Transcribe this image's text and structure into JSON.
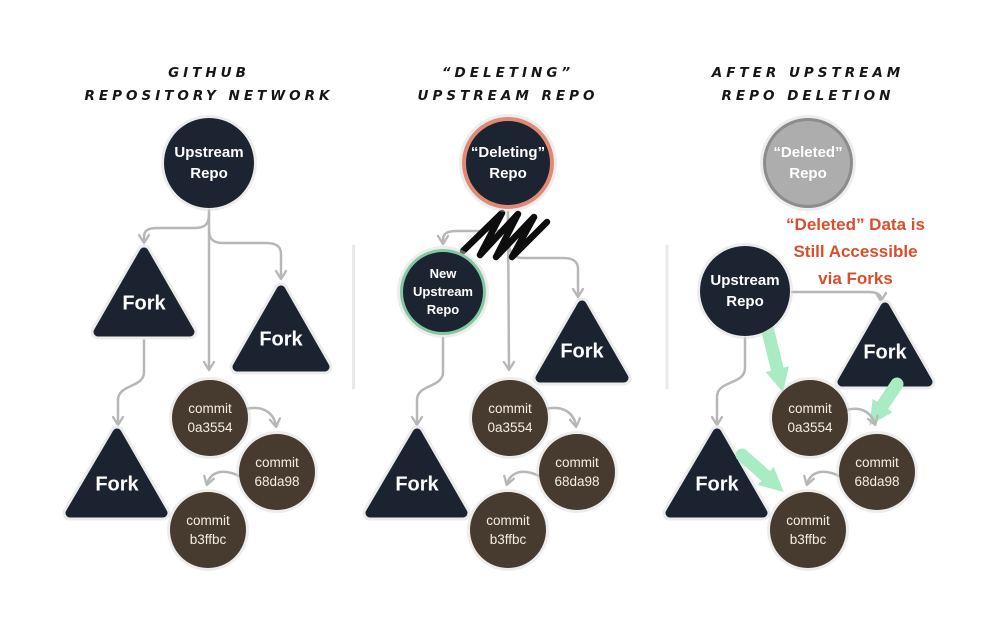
{
  "colors": {
    "node_dark": "#1d2431",
    "commit_brown": "#473a2e",
    "commit_text": "#f5efe2",
    "connector_gray": "#b7b7b7",
    "green_arrow": "#a9ecc3",
    "deleting_border": "#e08a76",
    "new_upstream_border": "#82c9a1",
    "deleted_fill": "#adadad",
    "deleted_border": "#8c8c8c",
    "annotation_orange": "#d94e2c",
    "scribble": "#0d0d0d"
  },
  "panel1": {
    "title1": "GITHUB",
    "title2": "REPOSITORY NETWORK",
    "root1": "Upstream",
    "root2": "Repo",
    "fork_left": "Fork",
    "fork_right": "Fork",
    "fork_bottom": "Fork",
    "commit_label": "commit",
    "commit1": "0a3554",
    "commit2": "68da98",
    "commit3": "b3ffbc"
  },
  "panel2": {
    "title1": "“DELETING”",
    "title2": "UPSTREAM REPO",
    "root1": "“Deleting”",
    "root2": "Repo",
    "new1": "New",
    "new2": "Upstream",
    "new3": "Repo",
    "fork_right": "Fork",
    "fork_bottom": "Fork",
    "commit_label": "commit",
    "commit1": "0a3554",
    "commit2": "68da98",
    "commit3": "b3ffbc"
  },
  "panel3": {
    "title1": "AFTER UPSTREAM",
    "title2": "REPO DELETION",
    "deleted1": "“Deleted”",
    "deleted2": "Repo",
    "note1": "“Deleted” Data is",
    "note2": "Still Accessible",
    "note3": "via Forks",
    "root1": "Upstream",
    "root2": "Repo",
    "fork_right": "Fork",
    "fork_bottom": "Fork",
    "commit_label": "commit",
    "commit1": "0a3554",
    "commit2": "68da98",
    "commit3": "b3ffbc"
  }
}
